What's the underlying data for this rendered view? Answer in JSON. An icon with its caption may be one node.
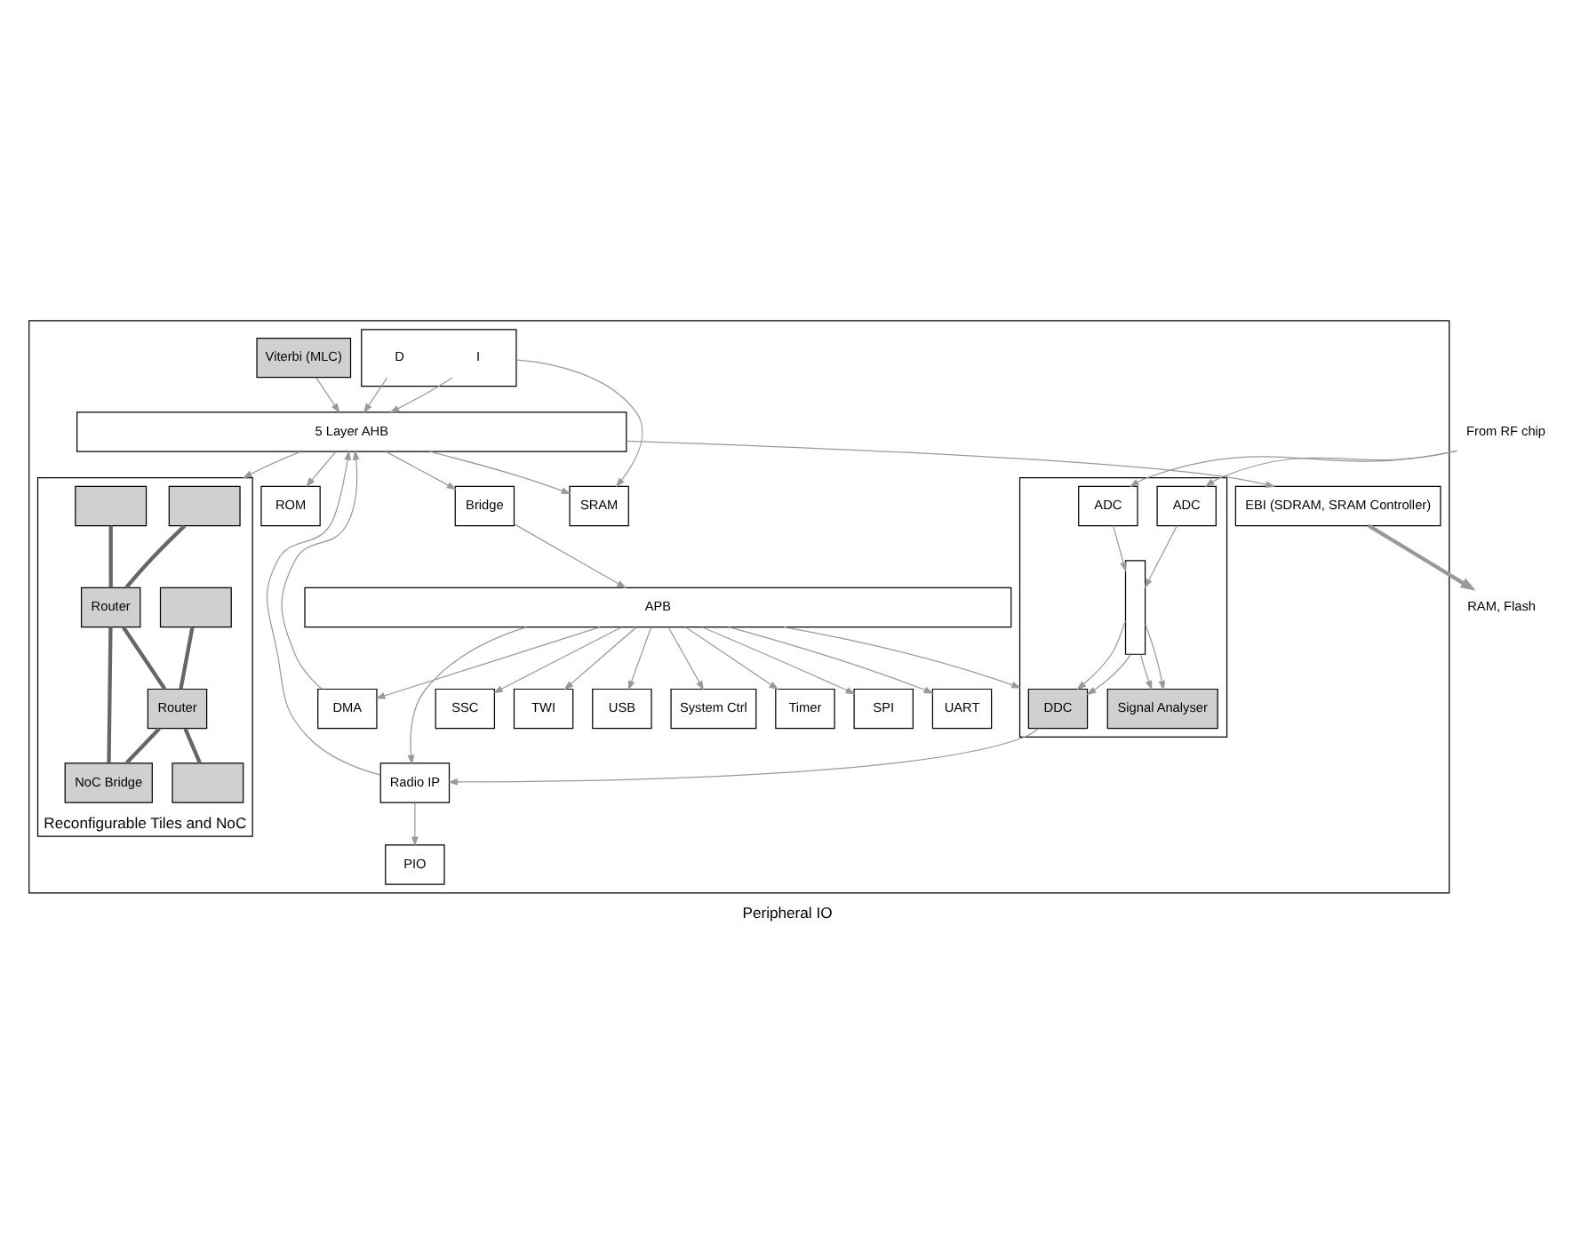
{
  "diagram": {
    "caption": "Peripheral IO",
    "nodes": [
      {
        "text": [],
        "shape": "box"
      },
      {
        "text": [
          "Reconfigurable Tiles and NoC"
        ],
        "in": 0
      },
      {
        "text": [],
        "shape": "box",
        "in": 1
      },
      {
        "text": [],
        "shape": "box",
        "in": 1
      },
      {
        "text": [],
        "shape": "box",
        "in": 1
      },
      {
        "text": [
          "Router"
        ],
        "in": 1
      },
      {
        "text": [
          "Router"
        ],
        "in": 1
      },
      {
        "text": [],
        "shape": "box",
        "in": 1
      },
      {
        "text": [
          "NoC Bridge"
        ],
        "in": 1
      },
      {
        "text": [
          "EBI (SDRAM, SRAM Controller)"
        ],
        "in": 0
      },
      {
        "text": [],
        "shape": "box",
        "in": 0
      },
      {
        "text": [
          "I"
        ],
        "in": 10
      },
      {
        "text": [
          "D"
        ],
        "in": 10
      },
      {
        "text": [
          "5 Layer AHB"
        ],
        "in": 0
      },
      {
        "text": [
          "SRAM"
        ],
        "in": 0
      },
      {
        "text": [
          "ROM"
        ],
        "in": 0
      },
      {
        "text": [
          "Bridge"
        ],
        "in": 0
      },
      {
        "text": [
          "DMA"
        ],
        "in": 0
      },
      {
        "text": [
          "Viterbi (MLC)"
        ],
        "in": 0
      },
      {
        "text": [
          "Radio IP"
        ],
        "in": 0
      },
      {
        "text": [],
        "shape": "box",
        "in": 0
      },
      {
        "text": [
          "DDC"
        ],
        "in": 20
      },
      {
        "text": [
          "Signal Analyser"
        ],
        "in": 20
      },
      {
        "text": [],
        "shape": "bar",
        "in": 20
      },
      {
        "text": [
          "ADC"
        ],
        "in": 20
      },
      {
        "text": [
          "ADC"
        ],
        "in": 20
      },
      {
        "text": [
          "APB"
        ],
        "in": 0
      },
      {
        "text": [
          "System Ctrl"
        ],
        "in": 0
      },
      {
        "text": [
          "Timer"
        ],
        "in": 0
      },
      {
        "text": [
          "SPI"
        ],
        "in": 0
      },
      {
        "text": [
          "UART"
        ],
        "in": 0
      },
      {
        "text": [
          "PIO"
        ],
        "in": 0
      },
      {
        "text": [
          "SSC"
        ],
        "in": 0
      },
      {
        "text": [
          "TWI"
        ],
        "in": 0
      },
      {
        "text": [
          "USB"
        ],
        "in": 0
      },
      {
        "text": [
          "RAM, Flash"
        ]
      },
      {
        "text": [
          "From RF chip"
        ]
      }
    ],
    "edges": [
      {
        "from": 2,
        "to": 5,
        "arrow": "none",
        "style": "thick",
        "color": "#666666"
      },
      {
        "from": 3,
        "to": 6,
        "arrow": "none",
        "style": "thick",
        "color": "#666666"
      },
      {
        "from": 4,
        "to": 5,
        "arrow": "none",
        "style": "thick",
        "color": "#666666"
      },
      {
        "from": 5,
        "to": 6,
        "arrow": "none",
        "style": "thick",
        "color": "#666666"
      },
      {
        "from": 6,
        "to": 7,
        "arrow": "none",
        "style": "thick",
        "color": "#666666"
      },
      {
        "from": 5,
        "to": 8,
        "arrow": "none",
        "style": "thick",
        "color": "#666666"
      },
      {
        "from": 6,
        "to": 8,
        "arrow": "none",
        "style": "thick",
        "color": "#666666"
      },
      {
        "from": 10,
        "to": 14,
        "arrow": "to"
      },
      {
        "from": 11,
        "to": 13,
        "arrow": "to"
      },
      {
        "from": 12,
        "to": 13,
        "arrow": "to"
      },
      {
        "from": 13,
        "to": 14,
        "arrow": "to"
      },
      {
        "from": 13,
        "to": 15,
        "arrow": "to"
      },
      {
        "from": 13,
        "to": 1,
        "arrow": "to"
      },
      {
        "from": 13,
        "to": 9,
        "arrow": "to"
      },
      {
        "from": 9,
        "to": 35,
        "arrow": "to",
        "style": "thick"
      },
      {
        "from": 13,
        "to": 16,
        "arrow": "to"
      },
      {
        "from": 17,
        "to": 13,
        "arrow": "to"
      },
      {
        "from": 18,
        "to": 13,
        "arrow": "to"
      },
      {
        "from": 19,
        "to": 13,
        "arrow": "to"
      },
      {
        "from": 21,
        "to": 19,
        "arrow": "to"
      },
      {
        "from": 23,
        "to": 21,
        "arrow": "to"
      },
      {
        "from": 23,
        "to": 21,
        "arrow": "to"
      },
      {
        "from": 23,
        "to": 22,
        "arrow": "to"
      },
      {
        "from": 23,
        "to": 22,
        "arrow": "to"
      },
      {
        "from": 24,
        "to": 23,
        "arrow": "to"
      },
      {
        "from": 25,
        "to": 23,
        "arrow": "to"
      },
      {
        "from": 36,
        "to": 24,
        "arrow": "to"
      },
      {
        "from": 36,
        "to": 25,
        "arrow": "to"
      },
      {
        "from": 16,
        "to": 26,
        "arrow": "to"
      },
      {
        "from": 26,
        "to": 17,
        "arrow": "to"
      },
      {
        "from": 26,
        "to": 19,
        "arrow": "to"
      },
      {
        "from": 26,
        "to": 20,
        "arrow": "to"
      },
      {
        "from": 19,
        "to": 31,
        "arrow": "to"
      },
      {
        "from": 26,
        "to": 27,
        "arrow": "to"
      },
      {
        "from": 26,
        "to": 28,
        "arrow": "to"
      },
      {
        "from": 26,
        "to": 29,
        "arrow": "to"
      },
      {
        "from": 26,
        "to": 30,
        "arrow": "to"
      },
      {
        "from": 26,
        "to": 32,
        "arrow": "to"
      },
      {
        "from": 26,
        "to": 33,
        "arrow": "to"
      },
      {
        "from": 26,
        "to": 34,
        "arrow": "to"
      }
    ]
  }
}
